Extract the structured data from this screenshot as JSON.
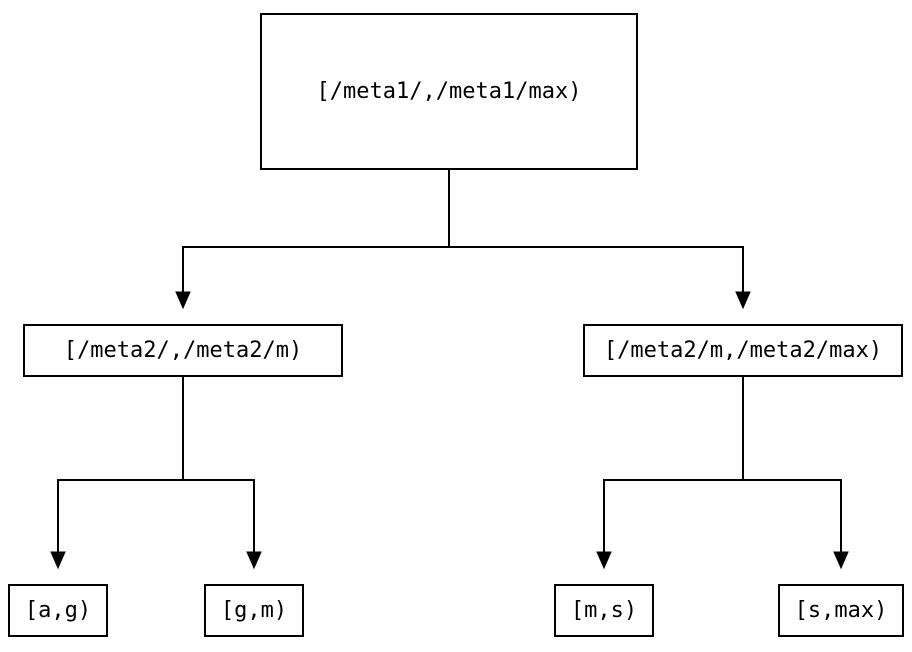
{
  "diagram": {
    "type": "tree",
    "background_color": "#ffffff",
    "line_color": "#000000",
    "text_color": "#000000",
    "nodes": {
      "root": {
        "label": "[/meta1/,/meta1/max)"
      },
      "level2_left": {
        "label": "[/meta2/,/meta2/m)"
      },
      "level2_right": {
        "label": "[/meta2/m,/meta2/max)"
      },
      "leaf_ag": {
        "label": "[a,g)"
      },
      "leaf_gm": {
        "label": "[g,m)"
      },
      "leaf_ms": {
        "label": "[m,s)"
      },
      "leaf_smax": {
        "label": "[s,max)"
      }
    },
    "edges": [
      {
        "from": "root",
        "to": "level2_left"
      },
      {
        "from": "root",
        "to": "level2_right"
      },
      {
        "from": "level2_left",
        "to": "leaf_ag"
      },
      {
        "from": "level2_left",
        "to": "leaf_gm"
      },
      {
        "from": "level2_right",
        "to": "leaf_ms"
      },
      {
        "from": "level2_right",
        "to": "leaf_smax"
      }
    ]
  }
}
